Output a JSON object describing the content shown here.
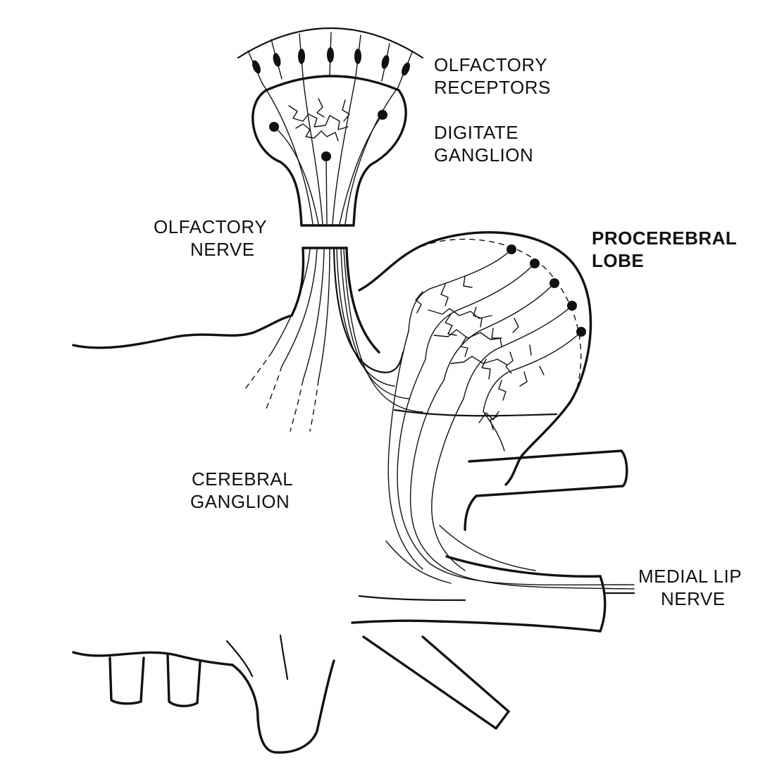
{
  "labels": {
    "olfactory_receptors": [
      "OLFACTORY",
      "RECEPTORS"
    ],
    "digitate_ganglion": [
      "DIGITATE",
      "GANGLION"
    ],
    "olfactory_nerve": [
      "OLFACTORY",
      "NERVE"
    ],
    "procerebral_lobe": [
      "PROCEREBRAL",
      "LOBE"
    ],
    "cerebral_ganglion": [
      "CEREBRAL",
      "GANGLION"
    ],
    "medial_lip_nerve": [
      "MEDIAL LIP",
      "NERVE"
    ]
  }
}
